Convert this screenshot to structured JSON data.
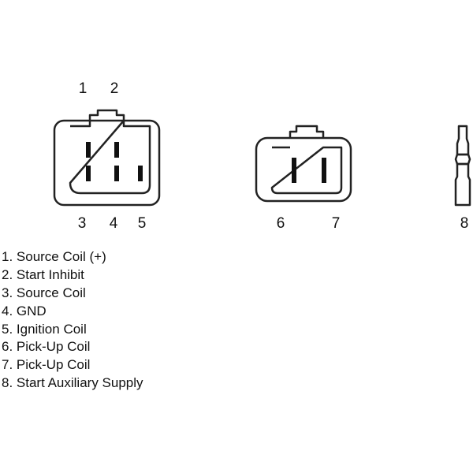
{
  "colors": {
    "stroke": "#222222",
    "background": "#ffffff"
  },
  "connectors": {
    "five_pin": {
      "top_labels": [
        "1",
        "2"
      ],
      "bottom_labels": [
        "3",
        "4",
        "5"
      ]
    },
    "two_pin": {
      "labels": [
        "6",
        "7"
      ]
    },
    "single_pin": {
      "label": "8"
    }
  },
  "legend": [
    "1. Source Coil (+)",
    "2. Start Inhibit",
    "3. Source Coil",
    "4. GND",
    "5. Ignition Coil",
    "6. Pick-Up Coil",
    "7. Pick-Up Coil",
    "8. Start Auxiliary Supply"
  ]
}
